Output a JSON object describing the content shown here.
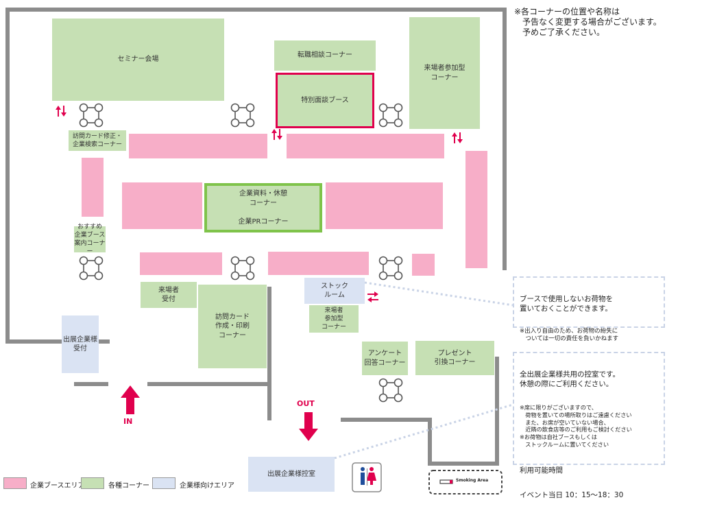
{
  "notice": "※各コーナーの位置や名称は\n　予告なく変更する場合がございます。\n　予めご了承ください。",
  "areas": {
    "seminar": "セミナー会場",
    "career": "転職相談コーナー",
    "special": "特別面談ブース",
    "visitor_participation_top": "来場者参加型\nコーナー",
    "card_fix": "訪問カード修正・\n企業検索コーナー",
    "recommend": "おすすめ\n企業ブース\n案内コーナー",
    "company_info": "企業資料・休憩\nコーナー\n\n企業PRコーナー",
    "visitor_reception": "来場者\n受付",
    "card_make": "訪問カード\n作成・印刷\nコーナー",
    "stock_room": "ストック\nルーム",
    "visitor_participation_mid": "来場者\n参加型\nコーナー",
    "survey": "アンケート\n回答コーナー",
    "present": "プレゼント\n引換コーナー",
    "exhibitor_reception": "出展企業様\n受付",
    "exhibitor_lounge": "出展企業様控室"
  },
  "entrances": {
    "in": "IN",
    "out": "OUT"
  },
  "callout_stock": {
    "main": "ブースで使用しないお荷物を\n置いておくことができます。",
    "sub": "※出入り自由のため、お荷物の紛失に\n　ついては一切の責任を負いかねます"
  },
  "callout_lounge": {
    "main": "全出展企業様共用の控室です。\n休憩の際にご利用ください。",
    "sub": "※席に限りがございますので、\n　荷物を置いての場所取りはご遠慮ください\n　また、お席が空いていない場合、\n　近隣の飲食店等のご利用もご検討ください\n※お荷物は自社ブースもしくは\n　ストックルームに置いてください",
    "hours_label": "利用可能時間",
    "hours": "イベント当日 10：15〜18：30"
  },
  "smoking": "Smoking Area",
  "legend": [
    {
      "label": "企業ブースエリア",
      "color": "#f7aec8"
    },
    {
      "label": "各種コーナー",
      "color": "#c6e0b4"
    },
    {
      "label": "企業様向けエリア",
      "color": "#dae3f3"
    }
  ],
  "colors": {
    "booth": "#f7aec8",
    "corner": "#c6e0b4",
    "company": "#dae3f3",
    "accent": "#e0004d",
    "wall": "#8c8c8c"
  },
  "icons": [
    "table-set-icon",
    "up-down-arrow-icon",
    "restroom-icon",
    "no-smoking-icon"
  ]
}
